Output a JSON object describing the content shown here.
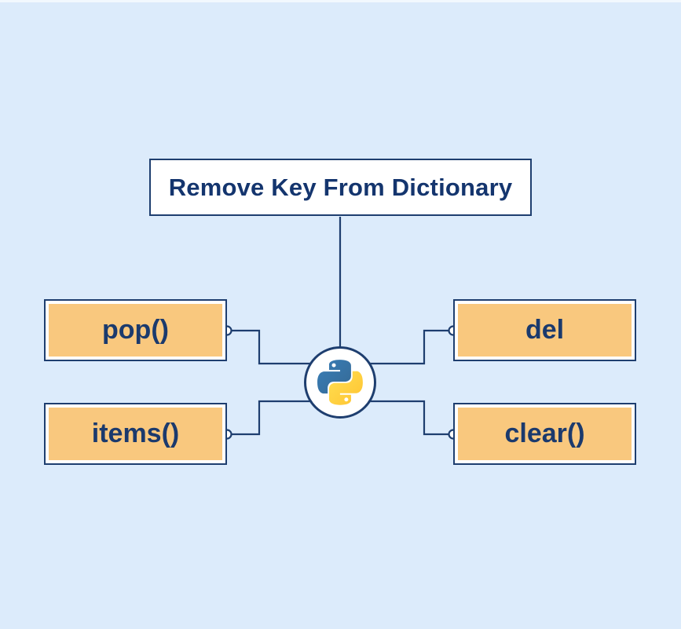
{
  "diagram": {
    "title": "Remove Key From Dictionary",
    "center_icon": "python-logo",
    "methods": [
      {
        "label": "pop()",
        "position": "top-left"
      },
      {
        "label": "items()",
        "position": "bottom-left"
      },
      {
        "label": "del",
        "position": "top-right"
      },
      {
        "label": "clear()",
        "position": "bottom-right"
      }
    ],
    "colors": {
      "background": "#dcebfb",
      "navy_line": "#1e3e6f",
      "title_text": "#14356e",
      "method_text": "#1b3a6d",
      "box_fill": "#f9c87e",
      "box_inner_gap": "#ffffff",
      "python_blue_top": "#387eb8",
      "python_blue_bottom": "#366994",
      "python_yellow_top": "#ffe052",
      "python_yellow_bottom": "#ffc331"
    }
  }
}
